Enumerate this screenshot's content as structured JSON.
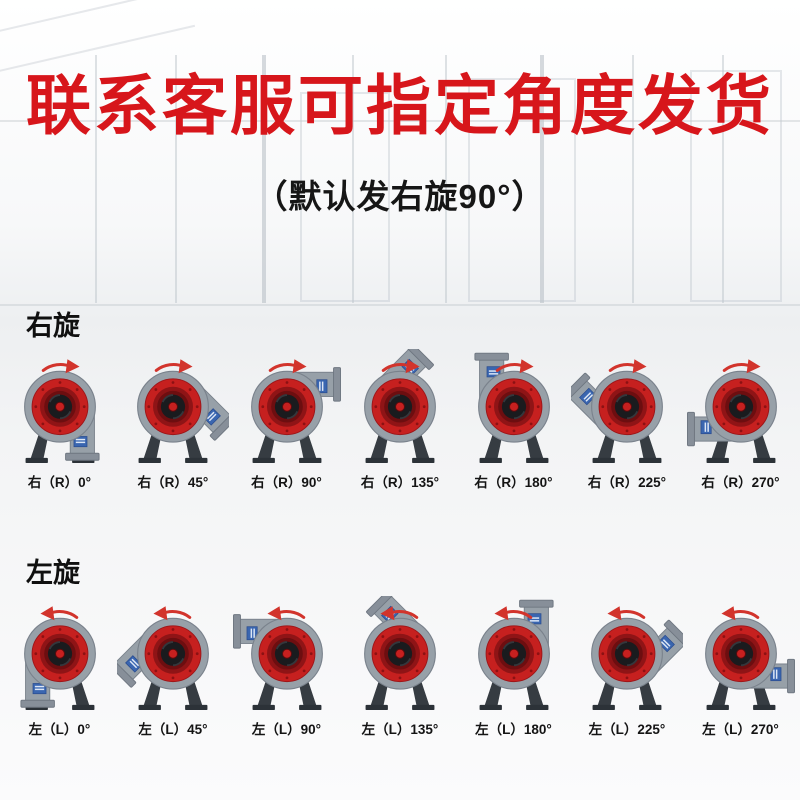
{
  "banner": {
    "title": "联系客服可指定角度发货",
    "subtitle": "（默认发右旋90°）"
  },
  "colors": {
    "title_red": "#d7161b",
    "fan_red": "#c6201f",
    "fan_dark_red": "#8f1416",
    "housing_gray": "#97a0a8",
    "sticker_blue": "#3a66b0",
    "arrow_red": "#d2342c",
    "fan_bolt": "#8c1113"
  },
  "sections": [
    {
      "heading": "右旋",
      "direction": "right",
      "fans": [
        {
          "label": "右（R）0°",
          "angle": 0
        },
        {
          "label": "右（R）45°",
          "angle": 45
        },
        {
          "label": "右（R）90°",
          "angle": 90
        },
        {
          "label": "右（R）135°",
          "angle": 135
        },
        {
          "label": "右（R）180°",
          "angle": 180
        },
        {
          "label": "右（R）225°",
          "angle": 225
        },
        {
          "label": "右（R）270°",
          "angle": 270
        }
      ]
    },
    {
      "heading": "左旋",
      "direction": "left",
      "fans": [
        {
          "label": "左（L）0°",
          "angle": 0
        },
        {
          "label": "左（L）45°",
          "angle": 45
        },
        {
          "label": "左（L）90°",
          "angle": 90
        },
        {
          "label": "左（L）135°",
          "angle": 135
        },
        {
          "label": "左（L）180°",
          "angle": 180
        },
        {
          "label": "左（L）225°",
          "angle": 225
        },
        {
          "label": "左（L）270°",
          "angle": 270
        }
      ]
    }
  ]
}
